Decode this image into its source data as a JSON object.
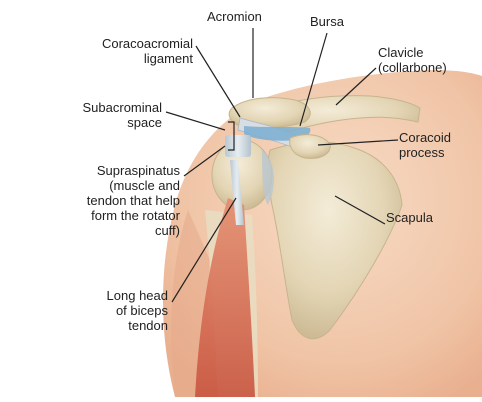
{
  "labels": {
    "acromion": "Acromion",
    "bursa": "Bursa",
    "coracoacromial_line1": "Coracoacromial",
    "coracoacromial_line2": "ligament",
    "clavicle_line1": "Clavicle",
    "clavicle_line2": "(collarbone)",
    "subacromial_line1": "Subacrominal",
    "subacromial_line2": "space",
    "coracoid_line1": "Coracoid",
    "coracoid_line2": "process",
    "supraspinatus_line1": "Supraspinatus",
    "supraspinatus_line2": "(muscle and",
    "supraspinatus_line3": "tendon that help",
    "supraspinatus_line4": "form the rotator",
    "supraspinatus_line5": "cuff)",
    "scapula": "Scapula",
    "biceps_line1": "Long head",
    "biceps_line2": "of biceps",
    "biceps_line3": "tendon"
  },
  "colors": {
    "skin": "#f2c9ad",
    "skin_shadow": "#e6a98a",
    "bone": "#e7dcc0",
    "bone_shadow": "#c9b893",
    "bursa": "#7fb0d2",
    "muscle": "#d9705a",
    "tendon": "#c7d4dc",
    "text": "#222222"
  }
}
